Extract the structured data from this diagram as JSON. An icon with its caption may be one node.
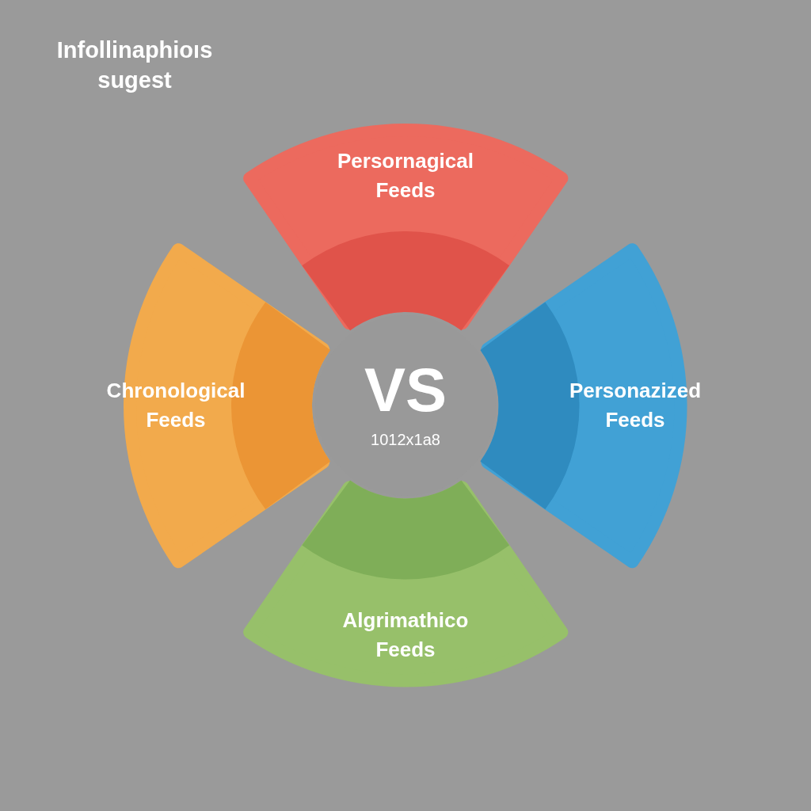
{
  "diagram": {
    "title": "Infollinaphioıs sugest",
    "nodes": [
      {
        "text": [
          "Persornagical Feeds"
        ]
      },
      {
        "text": [
          "Chronological Feeds"
        ]
      },
      {
        "text": [
          "VS",
          "1012x1a8"
        ]
      },
      {
        "text": [
          "Personazized Feeds"
        ]
      },
      {
        "text": [
          "Algrimathico Feeds"
        ]
      }
    ]
  }
}
